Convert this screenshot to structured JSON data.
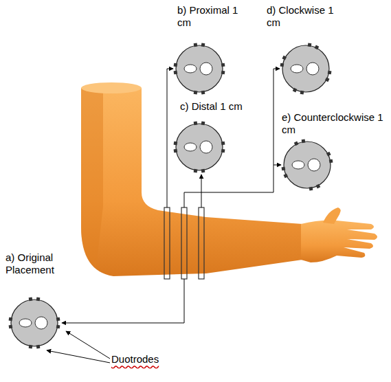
{
  "diagram": {
    "nodes": [
      {
        "text": [
          "b) Proximal 1 cm"
        ]
      },
      {
        "text": [
          "d) Clockwise 1 cm"
        ]
      },
      {
        "text": [
          "c) Distal 1 cm"
        ]
      },
      {
        "text": [
          "e) Counterclockwise 1 cm"
        ]
      },
      {
        "text": [
          "a) Original Placement"
        ]
      }
    ],
    "labels": [
      "Duotrodes"
    ]
  }
}
